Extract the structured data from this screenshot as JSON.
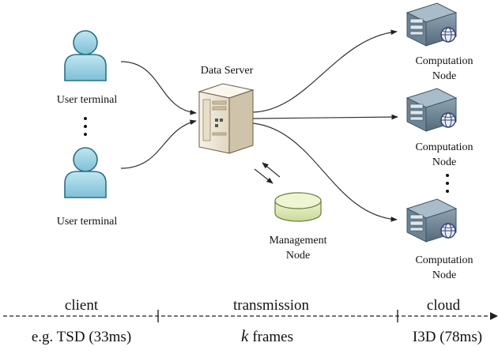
{
  "nodes": {
    "user_terminal_top": "User terminal",
    "user_terminal_bottom": "User terminal",
    "data_server": "Data Server",
    "management_node_line1": "Management",
    "management_node_line2": "Node",
    "computation_node_line1": "Computation",
    "computation_node_line2": "Node"
  },
  "timeline": {
    "segments": [
      {
        "label": "client",
        "sublabel": "e.g. TSD (33ms)"
      },
      {
        "label": "transmission",
        "sublabel_var": "k",
        "sublabel": "frames"
      },
      {
        "label": "cloud",
        "sublabel": "I3D (78ms)"
      }
    ]
  },
  "colors": {
    "user_body": "#9fd3e3",
    "user_stroke": "#2d6f86",
    "server_body": "#f1eadc",
    "management_disk": "#dfeab8",
    "compute_body": "#6f8797",
    "compute_top": "#9fb3c1"
  }
}
